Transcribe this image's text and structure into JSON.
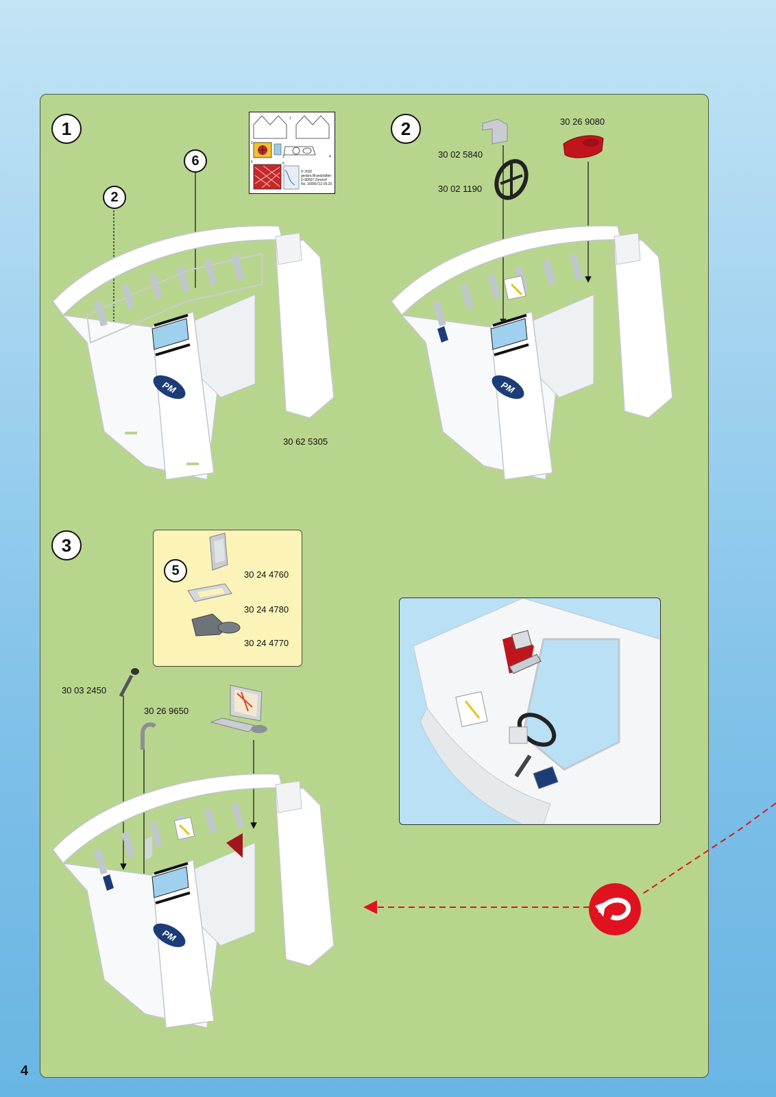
{
  "page_number": "4",
  "steps": [
    {
      "number": "1",
      "callouts": [
        "2",
        "6"
      ],
      "part_codes": [
        "30 62 5305"
      ]
    },
    {
      "number": "2",
      "part_codes": [
        "30 26 9080",
        "30 02 5840",
        "30 02 1190"
      ]
    },
    {
      "number": "3",
      "callouts": [
        "5"
      ],
      "part_codes": [
        "30 03 2450",
        "30 26 9650"
      ]
    }
  ],
  "parts_box": {
    "codes": [
      "30 24 4760",
      "30 24 4780",
      "30 24 4770"
    ]
  },
  "sticker_sheet": {
    "numbers": [
      "1",
      "2",
      "3",
      "4",
      "5",
      "6"
    ],
    "fine_print": [
      "© 2020",
      "geobra Brandstätter",
      "D-90507 Zirndorf",
      "No. 30006712 05.20"
    ]
  },
  "logo_text": "PM",
  "colors": {
    "panel": "#b8d58e",
    "parts_box": "#fbf3b8",
    "detail_box": "#b9e0f4",
    "flip_arrow": "#e0121f"
  }
}
